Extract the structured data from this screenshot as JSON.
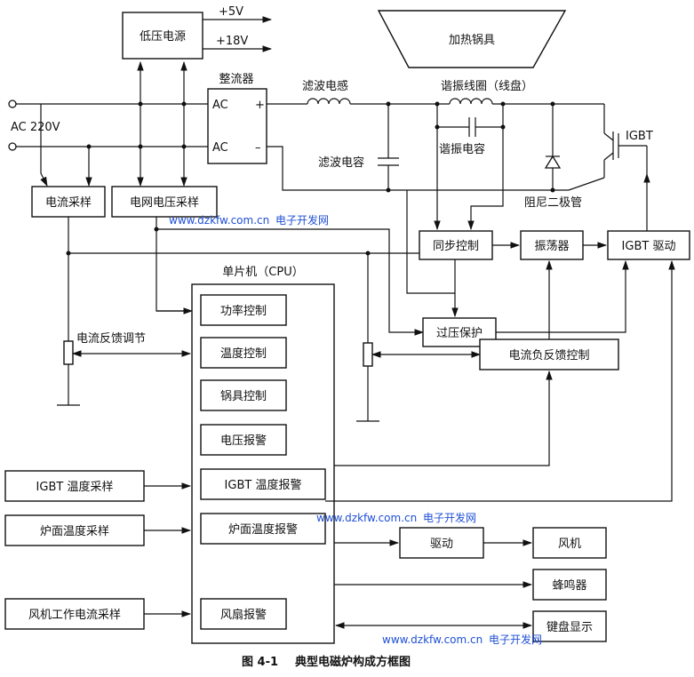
{
  "power": {
    "label": "低压电源",
    "out1": "+5V",
    "out2": "+18V"
  },
  "pot": {
    "label": "加热锅具"
  },
  "rectifier": {
    "title": "整流器",
    "ac1": "AC",
    "ac2": "AC",
    "plus": "+",
    "minus": "–"
  },
  "mains": {
    "label": "AC  220V"
  },
  "components": {
    "filter_inductor": "滤波电感",
    "filter_capacitor": "滤波电容",
    "resonant_coil": "谐振线圈（线盘）",
    "resonant_capacitor": "谐振电容",
    "damping_diode": "阻尼二极管",
    "igbt": "IGBT"
  },
  "blocks": {
    "current_sample": "电流采样",
    "grid_voltage_sample": "电网电压采样",
    "sync_control": "同步控制",
    "oscillator": "振荡器",
    "igbt_drive": "IGBT 驱动",
    "overvoltage_protect": "过压保护",
    "current_neg_feedback": "电流负反馈控制",
    "current_feedback_adjust": "电流反馈调节",
    "igbt_temp_sample": "IGBT 温度采样",
    "surface_temp_sample": "炉面温度采样",
    "fan_current_sample": "风机工作电流采样",
    "drive": "驱动",
    "fan": "风机",
    "buzzer": "蜂鸣器",
    "keyboard_display": "键盘显示"
  },
  "cpu": {
    "title": "单片机（CPU）",
    "modules": [
      "功率控制",
      "温度控制",
      "锅具控制",
      "电压报警",
      "IGBT 温度报警",
      "炉面温度报警",
      "风扇报警"
    ]
  },
  "watermark": {
    "url": "www.dzkfw.com.cn",
    "name": "电子开发网"
  },
  "caption": {
    "fig": "图 4-1",
    "title": "典型电磁炉构成方框图"
  }
}
